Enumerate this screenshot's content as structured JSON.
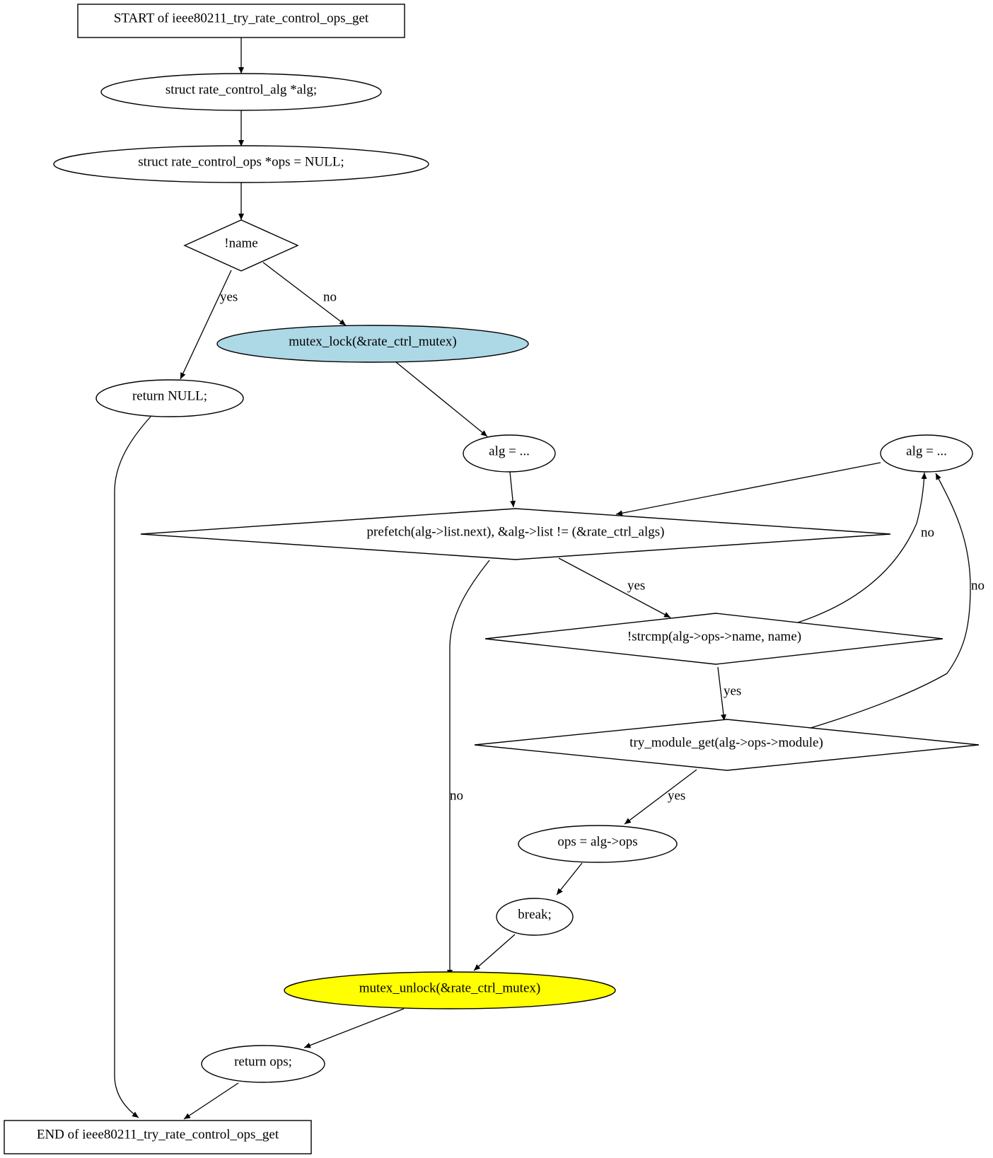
{
  "colors": {
    "default_fill": "#ffffff",
    "lock_fill": "#add8e6",
    "unlock_fill": "#ffff00",
    "stroke": "#000000"
  },
  "nodes": {
    "start": "START of ieee80211_try_rate_control_ops_get",
    "decl_alg": "struct rate_control_alg *alg;",
    "decl_ops": "struct rate_control_ops *ops = NULL;",
    "cond_name": "!name",
    "mutex_lock": "mutex_lock(&rate_ctrl_mutex)",
    "return_null": "return NULL;",
    "alg_init": "alg = ...",
    "alg_next": "alg = ...",
    "loop_cond": "prefetch(alg->list.next), &alg->list != (&rate_ctrl_algs)",
    "strcmp_cond": "!strcmp(alg->ops->name, name)",
    "try_module": "try_module_get(alg->ops->module)",
    "assign_ops": "ops = alg->ops",
    "break_stmt": "break;",
    "mutex_unlock": "mutex_unlock(&rate_ctrl_mutex)",
    "return_ops": "return ops;",
    "end": "END of ieee80211_try_rate_control_ops_get"
  },
  "edge_labels": {
    "name_yes": "yes",
    "name_no": "no",
    "loop_yes": "yes",
    "loop_no": "no",
    "strcmp_yes": "yes",
    "strcmp_no": "no",
    "try_yes": "yes",
    "try_no": "no"
  }
}
